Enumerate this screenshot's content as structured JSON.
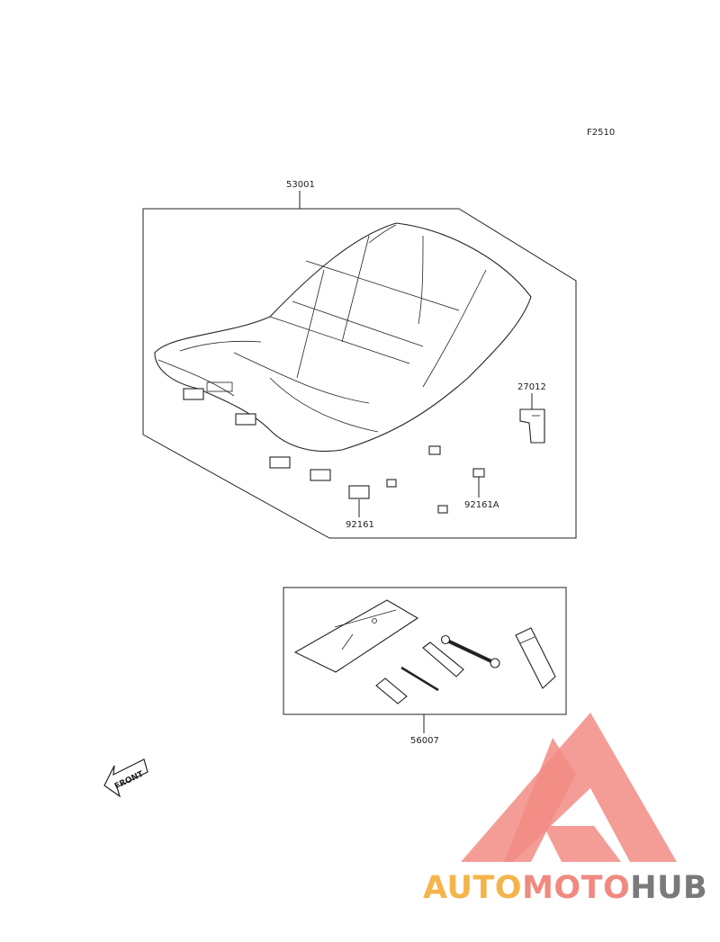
{
  "figure_code": "F2510",
  "parts": {
    "seat_assembly": "53001",
    "hook": "27012",
    "damper_a": "92161A",
    "damper": "92161",
    "tool_kit": "56007"
  },
  "front_arrow_label": "FRONT",
  "watermark": {
    "part1": "AUTO",
    "part2": "MOTO",
    "part3": "HUB",
    "color1": "#f5b44a",
    "color2": "#f08a80",
    "color3": "#7a7a7a",
    "logo_color": "#f28c84"
  }
}
